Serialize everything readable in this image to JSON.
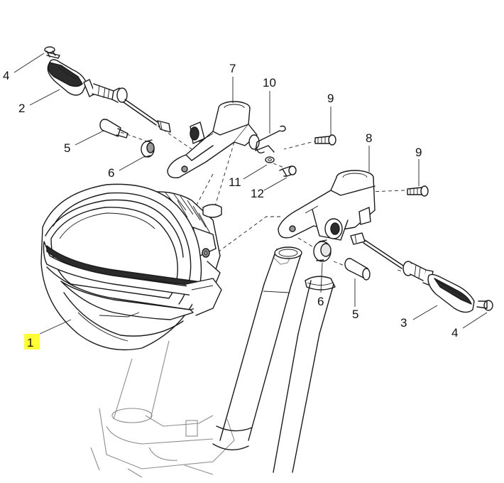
{
  "callouts": [
    {
      "id": "c1",
      "label": "1",
      "highlighted": true
    },
    {
      "id": "c2",
      "label": "2"
    },
    {
      "id": "c3",
      "label": "3"
    },
    {
      "id": "c4a",
      "label": "4"
    },
    {
      "id": "c4b",
      "label": "4"
    },
    {
      "id": "c5a",
      "label": "5"
    },
    {
      "id": "c5b",
      "label": "5"
    },
    {
      "id": "c6a",
      "label": "6"
    },
    {
      "id": "c6b",
      "label": "6"
    },
    {
      "id": "c7",
      "label": "7"
    },
    {
      "id": "c8",
      "label": "8"
    },
    {
      "id": "c9a",
      "label": "9"
    },
    {
      "id": "c9b",
      "label": "9"
    },
    {
      "id": "c10",
      "label": "10"
    },
    {
      "id": "c11",
      "label": "11"
    },
    {
      "id": "c12",
      "label": "12"
    }
  ],
  "colors": {
    "highlight": "#ffff33",
    "line": "#1a1a1a",
    "ghost": "#8c8c8c"
  }
}
